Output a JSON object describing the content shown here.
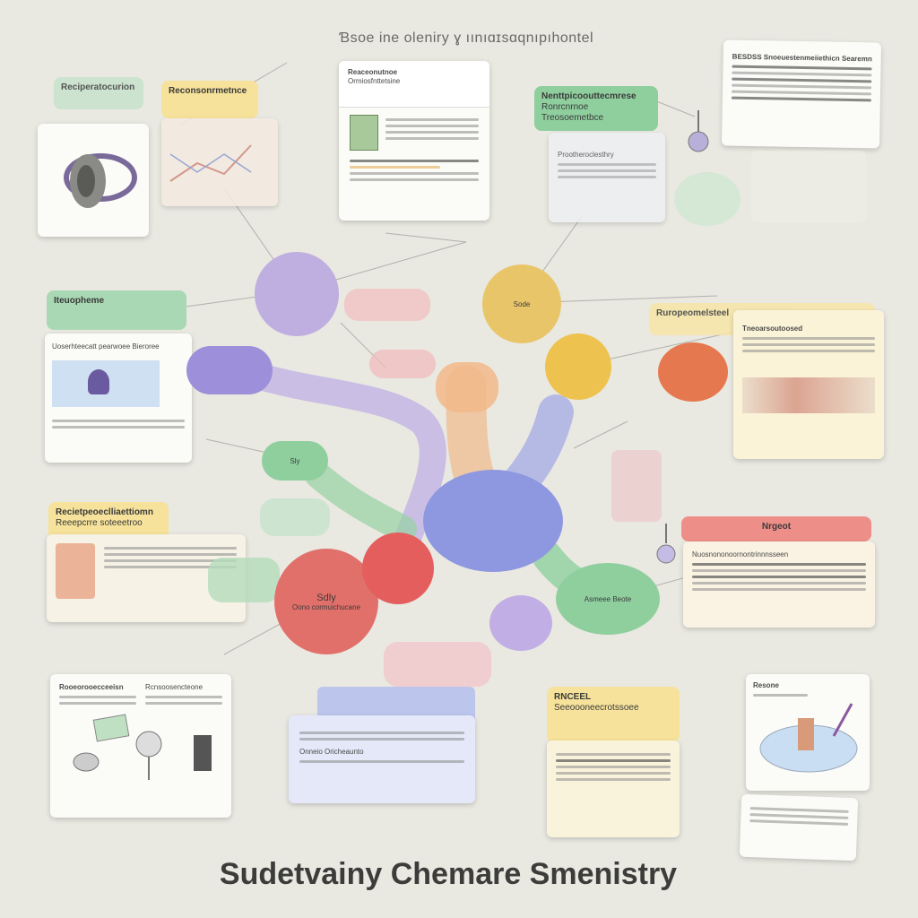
{
  "header": {
    "title": "Ɓsoe ine oleniry ɣ ıınıɑɪsɑqnıpıhontel"
  },
  "footer": {
    "title": "Sudetvainy Chemare Smenistry"
  },
  "nodes": {
    "purple_top": "",
    "gold": "Sode",
    "purple_mid": "",
    "orange_right": "",
    "green_left": "Sly",
    "red_left_title": "Sdly",
    "red_left_text": "Oono cormuichucane",
    "red_mid": "",
    "blue_center": "",
    "green_right": "Asmeee Beote",
    "purple_small": ""
  },
  "cards": {
    "top_left_tab": "Reciperatocurion",
    "top_left_tab2": "Reconsonrmetnce",
    "top_mid_title": "Reaceonutnoe",
    "top_mid_sub": "Ormiosfnttetsine",
    "top_green_tab": "Nenttpicoouttecmrese",
    "top_green_sub": "Ronrcnrnoe Treosoemetbce",
    "top_green_panel": "Prootheroclesthry",
    "top_right_title": "BESDSS Snoeuestenmeiiethicn Searemnecer",
    "left_green_tab": "Iteuopheme",
    "left_card_text": "Uoserhteecatt pearwoee Bieroree",
    "right_yellow_tab": "Ruropeomelsteel",
    "right_yellow_text": "Tneoarsoutoosed",
    "left_yellow_title": "Recietpeoeclliaettiomn",
    "left_yellow_sub": "Reeepcrre soteeetroo",
    "right_red_tab": "Nrgeot",
    "right_red_text": "Nuosnononoornontrinnnsseen",
    "bottom_left_title": "Rooeorooecceeisn",
    "bottom_left_text": "Rcnsoosencteone",
    "bottom_yellow_title": "RNCEEL",
    "bottom_yellow_text": "Seeoooneecrotssoee",
    "bottom_right_title": "Resone",
    "blue_folder_text": "Onneio Oricheaunto"
  },
  "colors": {
    "purple": "#b9a6dc",
    "gold": "#e9c56a",
    "green": "#8fcf9e",
    "red": "#e2706a",
    "blue": "#8e98e0",
    "orange": "#efb48a",
    "yellow": "#f6e29a",
    "background": "#e9e8e1"
  }
}
